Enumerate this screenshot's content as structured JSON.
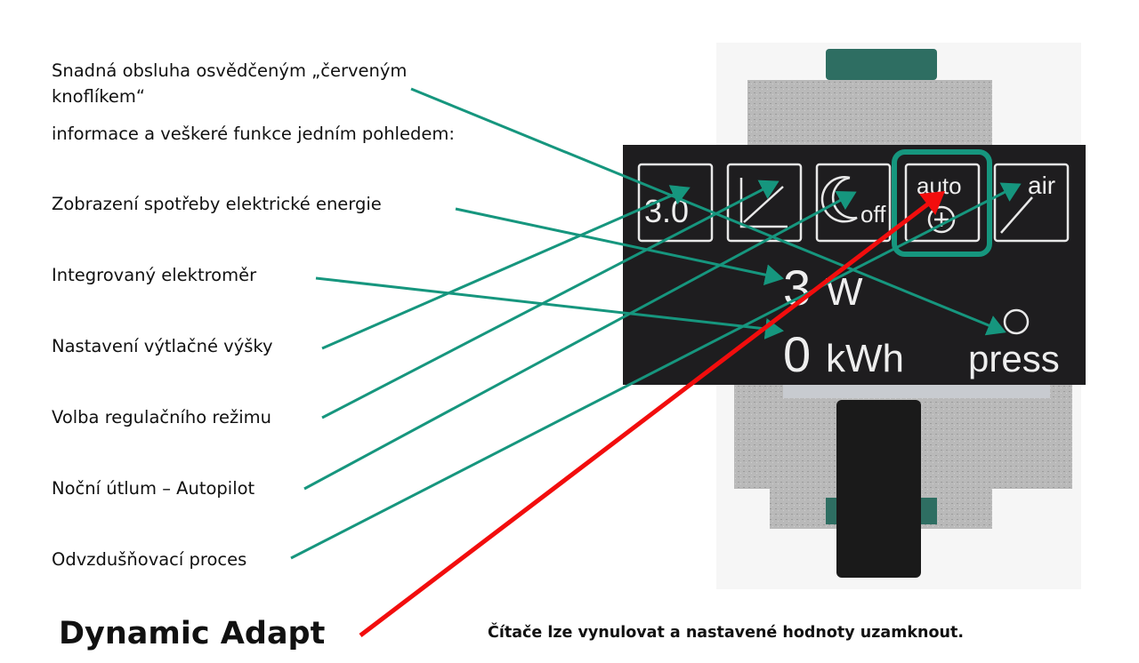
{
  "labels": {
    "intro_line1": "Snadná obsluha osvědčeným „červeným",
    "intro_line2": "knoflíkem“",
    "intro_line3": "informace a veškeré funkce jedním pohledem:",
    "energy_display": "Zobrazení spotřeby elektrické energie",
    "meter": "Integrovaný elektroměr",
    "head_setting": "Nastavení výtlačné výšky",
    "control_mode": "Volba regulačního režimu",
    "night_mode": "Noční útlum – Autopilot",
    "venting": "Odvzdušňovací proces"
  },
  "headline": "Dynamic Adapt",
  "footer_note": "Čítače lze vynulovat a nastavené hodnoty uzamknout.",
  "display": {
    "head_value": "3.0",
    "off": "off",
    "auto": "auto",
    "air": "air",
    "power_value": "3",
    "power_unit": "W",
    "energy_value": "0",
    "energy_unit": "kWh",
    "press": "press"
  },
  "colors": {
    "arrow": "#16967e",
    "highlight_arrow": "#f20d0d",
    "panel": "#1e1d1f"
  }
}
